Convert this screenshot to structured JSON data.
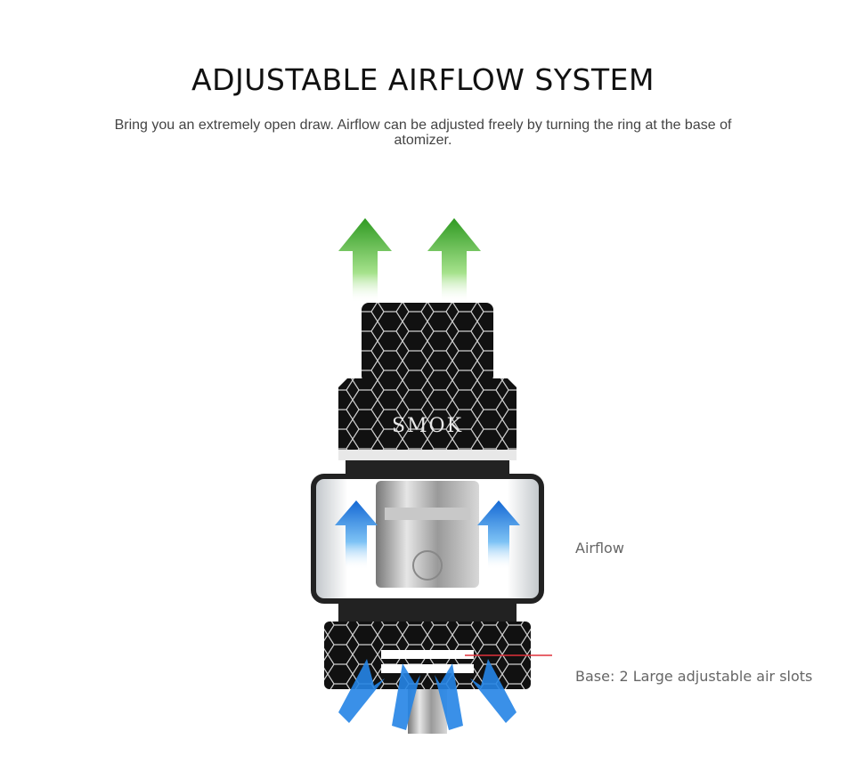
{
  "heading": "ADJUSTABLE AIRFLOW SYSTEM",
  "description": "Bring you an extremely open draw. Airflow can be adjusted freely by turning the ring at the base of atomizer.",
  "product": {
    "brand_logo": "SMOK",
    "icons": [
      "green-up-arrow-icon",
      "blue-airflow-arrow-icon",
      "callout-dot-icon"
    ]
  },
  "callouts": {
    "airflow": "Airflow",
    "base": "Base: 2 Large adjustable air slots"
  },
  "colors": {
    "accent_green": "#3ea82f",
    "airflow_blue": "#1d7fe0",
    "callout_red": "#e0303a",
    "body_black": "#111111"
  }
}
